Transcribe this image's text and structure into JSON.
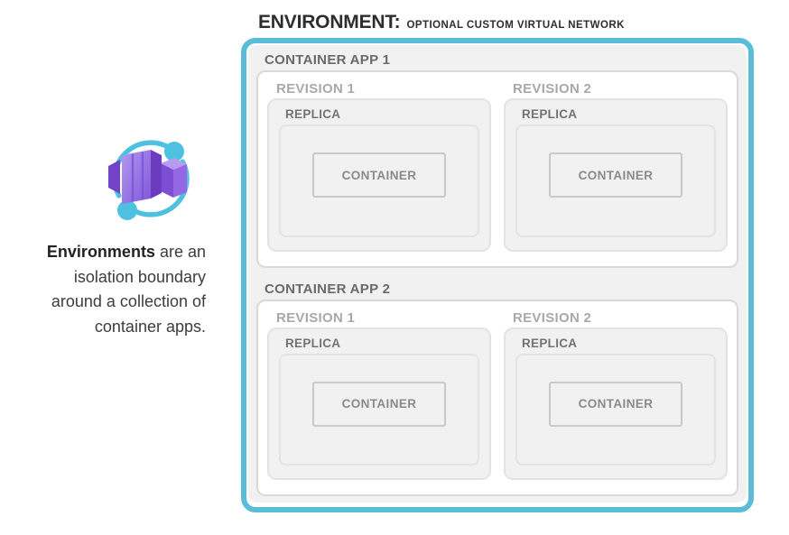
{
  "header": {
    "title": "ENVIRONMENT:",
    "subtitle": "OPTIONAL CUSTOM VIRTUAL NETWORK"
  },
  "left_panel": {
    "icon_name": "azure-container-apps-icon",
    "description": {
      "line1_bold": "Environments",
      "line1_rest": " are an",
      "line2": "isolation boundary",
      "line3": "around a collection of",
      "line4": "container apps."
    }
  },
  "environment": {
    "apps": [
      {
        "label": "CONTAINER APP 1",
        "revisions": [
          {
            "label": "REVISION 1",
            "replica": {
              "label": "REPLICA",
              "container": {
                "label": "CONTAINER"
              }
            }
          },
          {
            "label": "REVISION 2",
            "replica": {
              "label": "REPLICA",
              "container": {
                "label": "CONTAINER"
              }
            }
          }
        ]
      },
      {
        "label": "CONTAINER APP 2",
        "revisions": [
          {
            "label": "REVISION 1",
            "replica": {
              "label": "REPLICA",
              "container": {
                "label": "CONTAINER"
              }
            }
          },
          {
            "label": "REVISION 2",
            "replica": {
              "label": "REPLICA",
              "container": {
                "label": "CONTAINER"
              }
            }
          }
        ]
      }
    ]
  },
  "colors": {
    "environment_border": "#5BBCD8",
    "app_region_fill": "#F1F1F2",
    "panel_fill": "#FFFFFF",
    "panel_border": "#D9D9D9",
    "revision_border": "#E3E3E3",
    "container_border": "#C9C9C9",
    "title_text": "#2D2D2D",
    "app_label_text": "#6A6A6A",
    "revision_label_text": "#A8A8A8",
    "replica_label_text": "#737373",
    "container_label_text": "#8A8A8A",
    "description_text": "#3C3C3C",
    "icon_cyan": "#4FC1E0",
    "icon_purple_front": "#8256DB",
    "icon_purple_light": "#B09AEE",
    "icon_purple_dark": "#6B3DBE"
  }
}
